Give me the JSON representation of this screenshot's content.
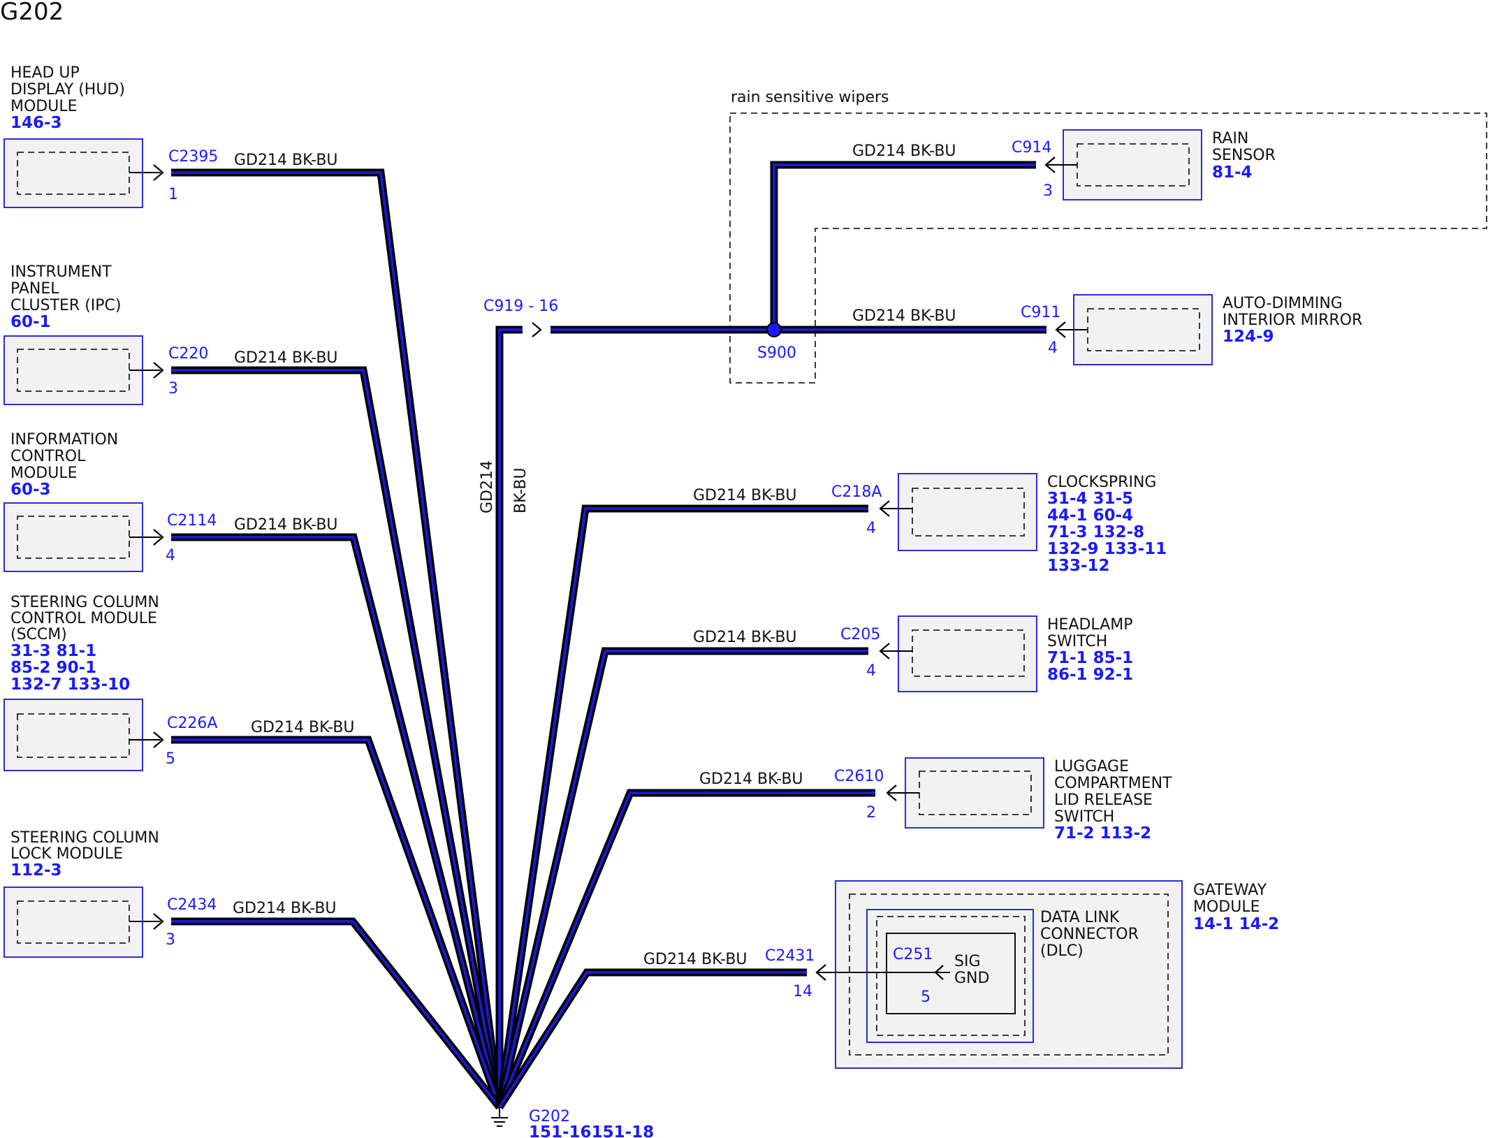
{
  "title": "G202",
  "wire_label": "GD214  BK-BU",
  "vertical_wire": {
    "circuit": "GD214",
    "color": "BK-BU"
  },
  "inline_connector": "C919 - 16",
  "splice": "S900",
  "region_label": "rain sensitive wipers",
  "ground": {
    "name": "G202",
    "refs": "151-16151-18"
  },
  "modules": {
    "hud": {
      "name": [
        "HEAD UP",
        "DISPLAY (HUD)",
        "MODULE"
      ],
      "refs": [
        "146-3"
      ],
      "connector": "C2395",
      "pin": "1"
    },
    "ipc": {
      "name": [
        "INSTRUMENT",
        "PANEL",
        "CLUSTER (IPC)"
      ],
      "refs": [
        "60-1"
      ],
      "connector": "C220",
      "pin": "3"
    },
    "icm": {
      "name": [
        "INFORMATION",
        "CONTROL",
        "MODULE"
      ],
      "refs": [
        "60-3"
      ],
      "connector": "C2114",
      "pin": "4"
    },
    "sccm": {
      "name": [
        "STEERING COLUMN",
        "CONTROL MODULE",
        "(SCCM)"
      ],
      "refs": [
        "31-3  81-1",
        "85-2  90-1",
        "132-7  133-10"
      ],
      "connector": "C226A",
      "pin": "5"
    },
    "sclm": {
      "name": [
        "STEERING COLUMN",
        "LOCK MODULE"
      ],
      "refs": [
        "112-3"
      ],
      "connector": "C2434",
      "pin": "3"
    },
    "rain": {
      "name": [
        "RAIN",
        "SENSOR"
      ],
      "refs": [
        "81-4"
      ],
      "connector": "C914",
      "pin": "3"
    },
    "mirror": {
      "name": [
        "AUTO-DIMMING",
        "INTERIOR MIRROR"
      ],
      "refs": [
        "124-9"
      ],
      "connector": "C911",
      "pin": "4"
    },
    "clockspring": {
      "name": [
        "CLOCKSPRING"
      ],
      "refs": [
        "31-4   31-5",
        "44-1   60-4",
        "71-3   132-8",
        "132-9  133-11",
        "133-12"
      ],
      "connector": "C218A",
      "pin": "4"
    },
    "headlamp": {
      "name": [
        "HEADLAMP",
        "SWITCH"
      ],
      "refs": [
        "71-1   85-1",
        "86-1   92-1"
      ],
      "connector": "C205",
      "pin": "4"
    },
    "luggage": {
      "name": [
        "LUGGAGE",
        "COMPARTMENT",
        "LID RELEASE",
        "SWITCH"
      ],
      "refs": [
        "71-2   113-2"
      ],
      "connector": "C2610",
      "pin": "2"
    },
    "gateway": {
      "name": [
        "GATEWAY",
        "MODULE"
      ],
      "refs": [
        "14-1   14-2"
      ],
      "connector": "C2431",
      "pin": "14"
    },
    "dlc": {
      "name": [
        "DATA LINK",
        "CONNECTOR",
        "(DLC)"
      ],
      "connector": "C251",
      "pin": "5",
      "signal": [
        "SIG",
        "GND"
      ]
    }
  }
}
